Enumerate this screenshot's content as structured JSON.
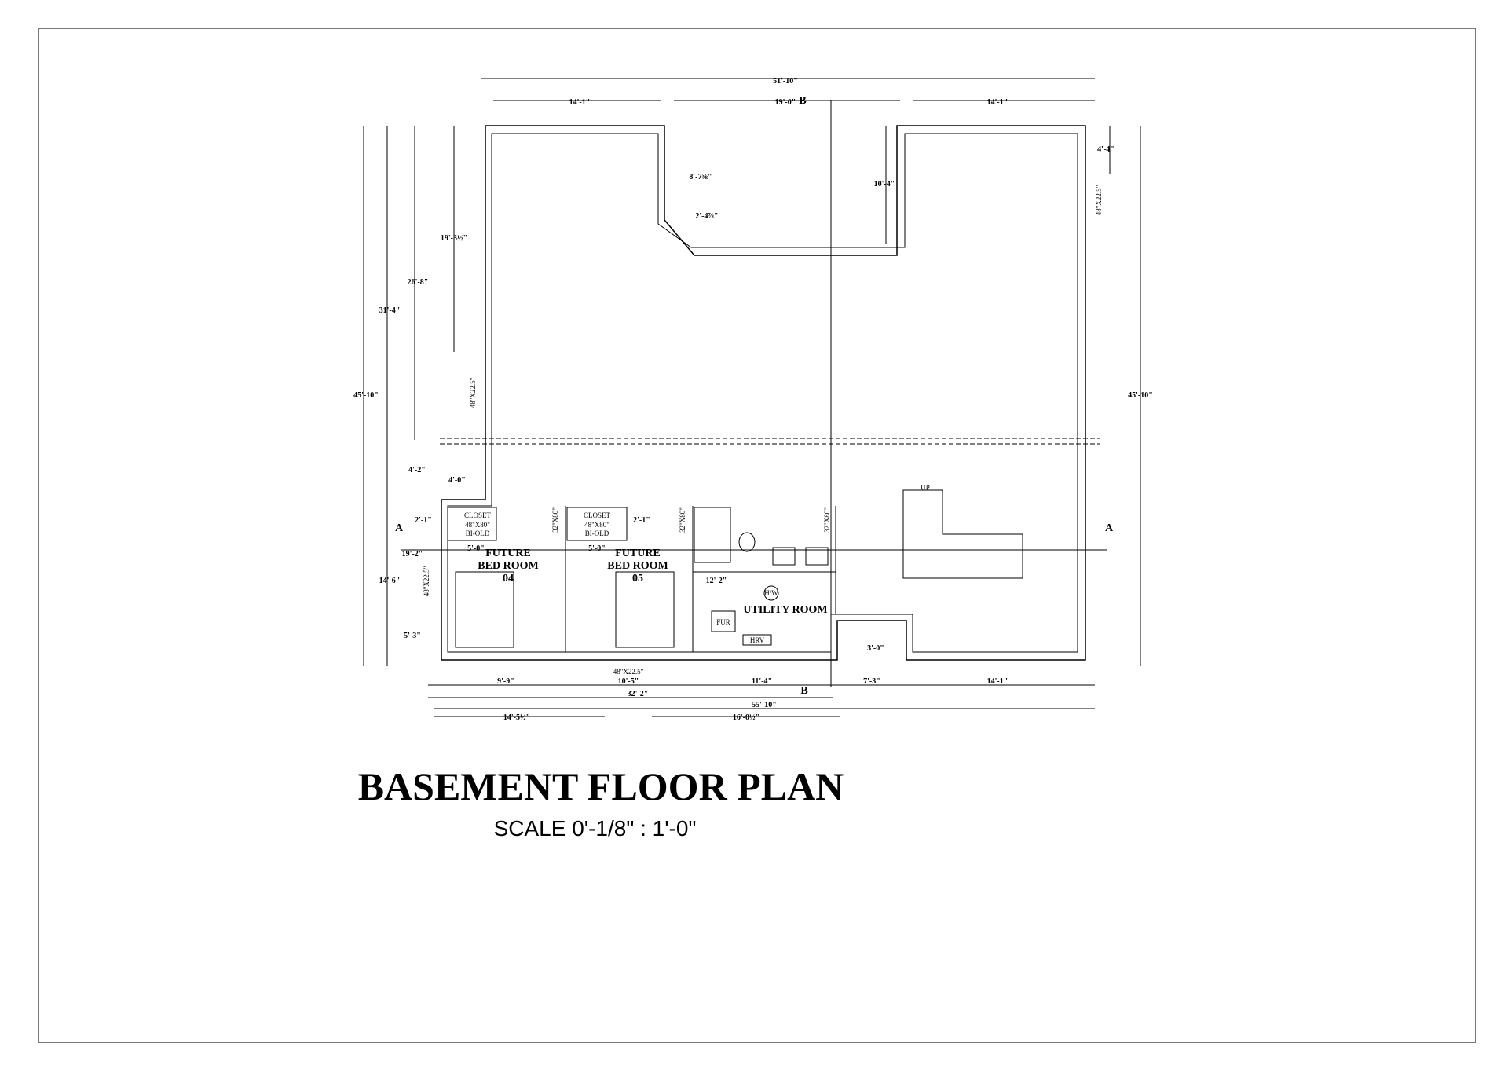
{
  "title": "BASEMENT FLOOR PLAN",
  "scale": "SCALE  0'-1/8\" : 1'-0\"",
  "dimensions": {
    "top_overall": "51'-10\"",
    "top_left": "14'-1\"",
    "top_mid": "19'-0\"",
    "top_right": "14'-1\"",
    "notch_depth": "8'-7⅝\"",
    "notch_chamfer": "2'-4⅞\"",
    "right_notch": "10'-4\"",
    "right_top": "4'-4\"",
    "left_19": "19'-3½\"",
    "left_26": "26'-8\"",
    "left_31": "31'-4\"",
    "left_45": "45'-10\"",
    "right_45": "45'-10\"",
    "left_4_2": "4'-2\"",
    "left_4_0": "4'-0\"",
    "left_2_1": "2'-1\"",
    "mid_2_1": "2'-1\"",
    "left_19_2": "19'-2\"",
    "left_14_6": "14'-6\"",
    "left_5_3": "5'-3\"",
    "closet1_5_0": "5'-0\"",
    "closet2_5_0": "5'-0\"",
    "util_12_2": "12'-2\"",
    "entry_3_0": "3'-0\"",
    "bot_9_9": "9'-9\"",
    "bot_10_5": "10'-5\"",
    "bot_11_4": "11'-4\"",
    "bot_7_3": "7'-3\"",
    "bot_14_1": "14'-1\"",
    "bot_32_2": "32'-2\"",
    "bot_55_10": "55'-10\"",
    "bot_14_5": "14'-5½\"",
    "bot_16_0": "16'-0½\""
  },
  "windows": {
    "left_win": "48\"X22.5\"",
    "right_win": "48\"X22.5\"",
    "bed_win": "48\"X22.5\"",
    "bottom_win": "48\"X22.5\""
  },
  "doors": {
    "d1": "32\"X80\"",
    "d2": "32\"X80\"",
    "d3": "32\"X80\""
  },
  "rooms": {
    "closet1": "CLOSET",
    "closet1_door": "48\"X80\"",
    "closet1_type": "BI-OLD",
    "closet2": "CLOSET",
    "closet2_door": "48\"X80\"",
    "closet2_type": "BI-OLD",
    "bed4_l1": "FUTURE",
    "bed4_l2": "BED ROOM",
    "bed4_num": "04",
    "bed5_l1": "FUTURE",
    "bed5_l2": "BED ROOM",
    "bed5_num": "05",
    "utility": "UTILITY ROOM",
    "hw": "H/W",
    "fur": "FUR",
    "hrv": "HRV",
    "stairs_up": "UP"
  },
  "section_marks": {
    "b_top": "B",
    "b_bottom": "B",
    "a_left": "A",
    "a_right": "A"
  }
}
